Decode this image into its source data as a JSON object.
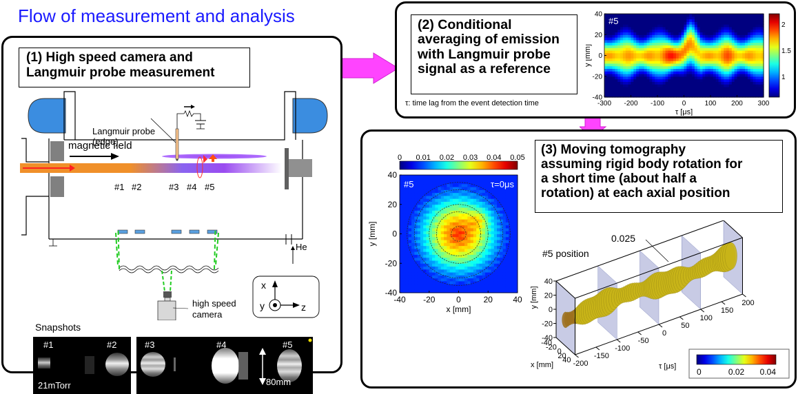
{
  "page": {
    "title": "Flow of measurement and analysis"
  },
  "colors": {
    "title_blue": "#1a1aff",
    "arrow_magenta": "#ff44ff",
    "coil_blue": "#3b8de0",
    "plasma_orange": "#f0902a",
    "plasma_violet": "#9a4cf0",
    "window_blue": "#5aa0e0",
    "sightline_green": "#22cc22"
  },
  "panel1": {
    "title_lines": [
      "(1) High speed camera and",
      "Langmuir probe measurement"
    ],
    "probe_label_lines": [
      "Langmuir probe",
      "(edge)"
    ],
    "magnetic_field_label": "magnetic field",
    "ports": [
      "#1",
      "#2",
      "#3",
      "#4",
      "#5"
    ],
    "gas_label": "He",
    "camera_label_lines": [
      "high speed",
      "camera"
    ],
    "axes_legend": {
      "x": "x",
      "y": "y",
      "z": "z"
    },
    "snapshots_label": "Snapshots",
    "snapshot_labels_left": [
      "#1",
      "#2"
    ],
    "snapshot_labels_right": [
      "#3",
      "#4",
      "#5"
    ],
    "pressure_label": "21mTorr",
    "scale_label": "80mm"
  },
  "panel2": {
    "title_lines": [
      "(2) Conditional",
      "averaging of emission",
      "with Langmuir probe",
      "signal as a reference"
    ],
    "note": "τ: time lag from the event detection time"
  },
  "panel3": {
    "title_lines": [
      "(3) Moving tomography",
      "assuming rigid body rotation for",
      "a short time (about half a",
      "rotation) at each axial position"
    ],
    "position_label": "#5 position",
    "isosurface_label": "0.025"
  },
  "chart_data": [
    {
      "type": "heatmap",
      "panel": "2",
      "title": "",
      "annotation": "#5",
      "xlabel": "τ [μs]",
      "ylabel": "y [mm]",
      "xlim": [
        -300,
        300
      ],
      "ylim": [
        -40,
        40
      ],
      "xticks": [
        "-300",
        "-200",
        "-100",
        "0",
        "100",
        "200",
        "300"
      ],
      "yticks": [
        "-40",
        "-20",
        "0",
        "20",
        "40"
      ],
      "colorbar": {
        "range": [
          0.6,
          2.2
        ],
        "ticks": [
          "1",
          "1.5",
          "2"
        ],
        "colormap": "jet"
      },
      "description": "Emission band centred at y=0 (|y|<~15 mm, high ~2), strongest near τ=-50..0 μs; band tilts upward to y≈+25 mm near τ≈+30 μs; secondary maximum near τ≈+160 μs"
    },
    {
      "type": "heatmap",
      "panel": "3",
      "annotation": "#5",
      "time_label": "τ=0μs",
      "xlabel": "x [mm]",
      "ylabel": "y [mm]",
      "xlim": [
        -40,
        40
      ],
      "ylim": [
        -40,
        40
      ],
      "xticks": [
        "-40",
        "-20",
        "0",
        "20",
        "40"
      ],
      "yticks": [
        "-40",
        "-20",
        "0",
        "20",
        "40"
      ],
      "colorbar": {
        "range": [
          0,
          0.05
        ],
        "ticks": [
          "0",
          "0.01",
          "0.02",
          "0.03",
          "0.04",
          "0.05"
        ],
        "colormap": "jet",
        "placement": "top"
      },
      "contour_radii_mm": [
        5,
        15,
        20,
        30,
        35
      ],
      "description": "Reconstructed 2D emission profile; peak ~0.04 near centre, hot spot at (x≈15, y≈10)"
    },
    {
      "type": "3d-isosurface",
      "panel": "3",
      "isosurface_value": 0.025,
      "xlabel": "x [mm]",
      "ylabel": "y [mm]",
      "zlabel": "τ [μs]",
      "xticks": [
        "-40",
        "-20",
        "0",
        "20",
        "40"
      ],
      "yticks": [
        "-40",
        "-20",
        "0",
        "20",
        "40"
      ],
      "zticks": [
        "-200",
        "-150",
        "-100",
        "-50",
        "0",
        "50",
        "100",
        "150",
        "200"
      ],
      "xlim": [
        -40,
        40
      ],
      "ylim": [
        -40,
        40
      ],
      "zlim": [
        -200,
        200
      ],
      "slice_planes_tau": [
        -200,
        -100,
        0,
        100,
        200
      ],
      "colorbar": {
        "range": [
          0,
          0.04
        ],
        "ticks": [
          "0",
          "0.02",
          "0.04"
        ],
        "colormap": "jet"
      }
    }
  ]
}
